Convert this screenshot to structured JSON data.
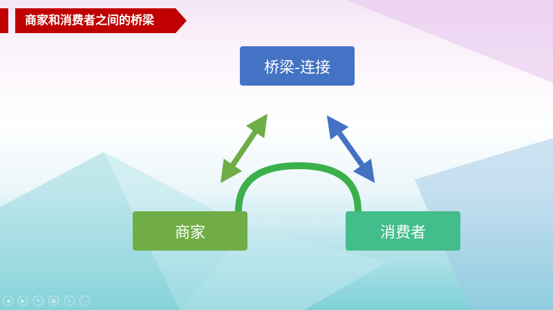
{
  "slide": {
    "title": "商家和消费者之间的桥梁",
    "nodes": {
      "bridge": "桥梁-连接",
      "merchant": "商家",
      "consumer": "消费者"
    },
    "colors": {
      "title_bg": "#c00000",
      "bridge": "#4472c4",
      "merchant": "#70ad47",
      "consumer": "#43bd8b",
      "arc": "#3cb04a",
      "left_arrow": "#70ad47",
      "right_arrow": "#4472c4"
    }
  },
  "controls": [
    {
      "icon": "prev-icon",
      "glyph": "◀"
    },
    {
      "icon": "next-icon",
      "glyph": "▶"
    },
    {
      "icon": "pen-icon",
      "glyph": "✎"
    },
    {
      "icon": "slides-icon",
      "glyph": "▦"
    },
    {
      "icon": "zoom-icon",
      "glyph": "⚲"
    },
    {
      "icon": "more-icon",
      "glyph": "⋯"
    }
  ]
}
